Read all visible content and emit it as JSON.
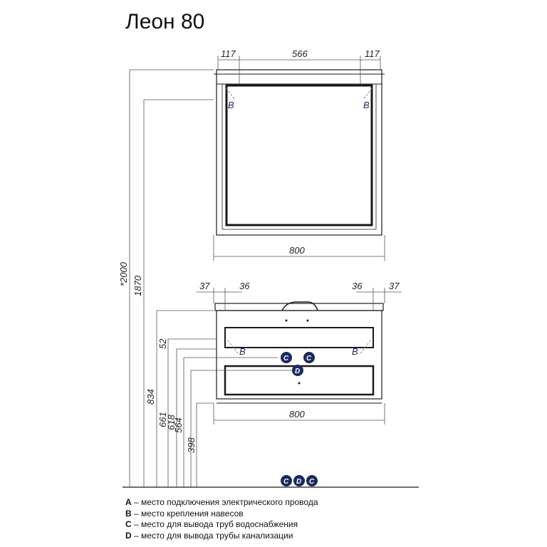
{
  "title": "Леон 80",
  "mirror": {
    "dims_top": [
      "117",
      "566",
      "117"
    ],
    "width": "800",
    "mount_mark": "B"
  },
  "vanity": {
    "dims_top": [
      "37",
      "36",
      "36",
      "37"
    ],
    "width": "800",
    "mount_mark": "B",
    "water_mark": "C",
    "drain_mark": "D"
  },
  "heights": [
    "*2000",
    "1870",
    "834",
    "661",
    "618",
    "564",
    "398",
    "52"
  ],
  "floor_badges": [
    "C",
    "D",
    "C"
  ],
  "legend": [
    {
      "key": "A",
      "text": " – место подключения электрического провода"
    },
    {
      "key": "B",
      "text": " – место крепления навесов"
    },
    {
      "key": "C",
      "text": " – место для вывода труб водоснабжения"
    },
    {
      "key": "D",
      "text": " – место для вывода трубы канализации"
    }
  ],
  "colors": {
    "line": "#1a1a1a",
    "dim_line": "#555555",
    "badge": "#1b2a5e"
  }
}
